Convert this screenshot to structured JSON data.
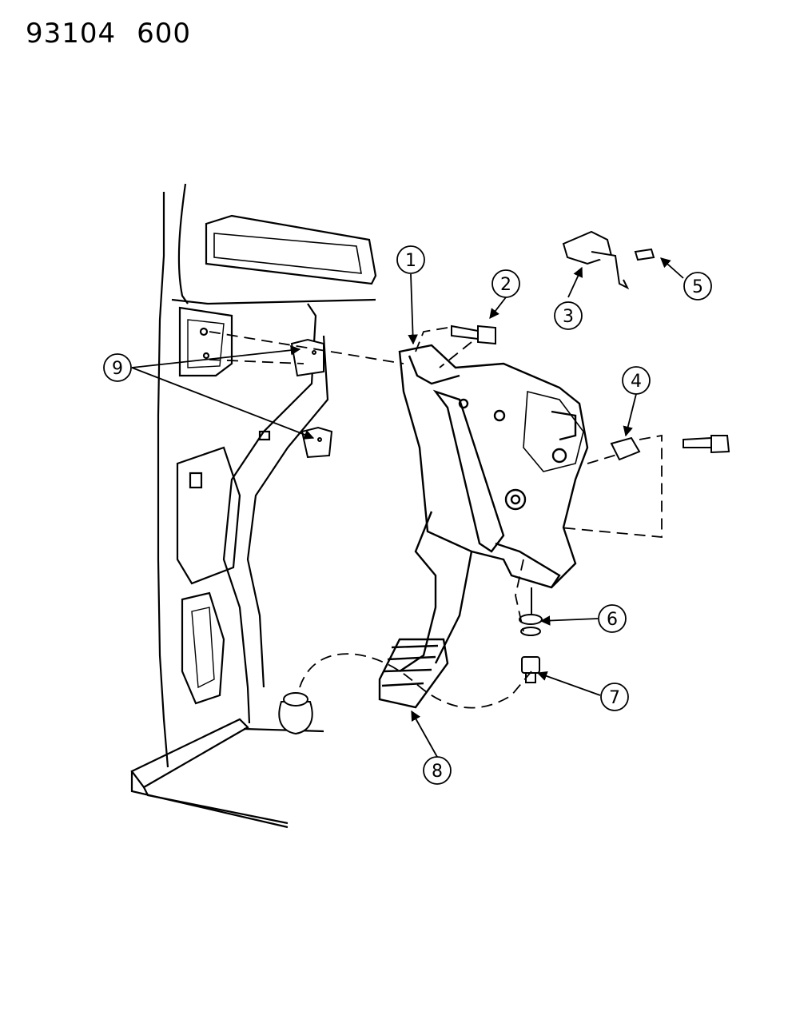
{
  "header": {
    "doc_number": "93104",
    "page_code": "600"
  },
  "callouts": [
    {
      "id": "callout-1",
      "label": "1"
    },
    {
      "id": "callout-2",
      "label": "2"
    },
    {
      "id": "callout-3",
      "label": "3"
    },
    {
      "id": "callout-4",
      "label": "4"
    },
    {
      "id": "callout-5",
      "label": "5"
    },
    {
      "id": "callout-6",
      "label": "6"
    },
    {
      "id": "callout-7",
      "label": "7"
    },
    {
      "id": "callout-8",
      "label": "8"
    },
    {
      "id": "callout-9",
      "label": "9"
    }
  ],
  "colors": {
    "ink": "#000000",
    "paper": "#ffffff"
  }
}
